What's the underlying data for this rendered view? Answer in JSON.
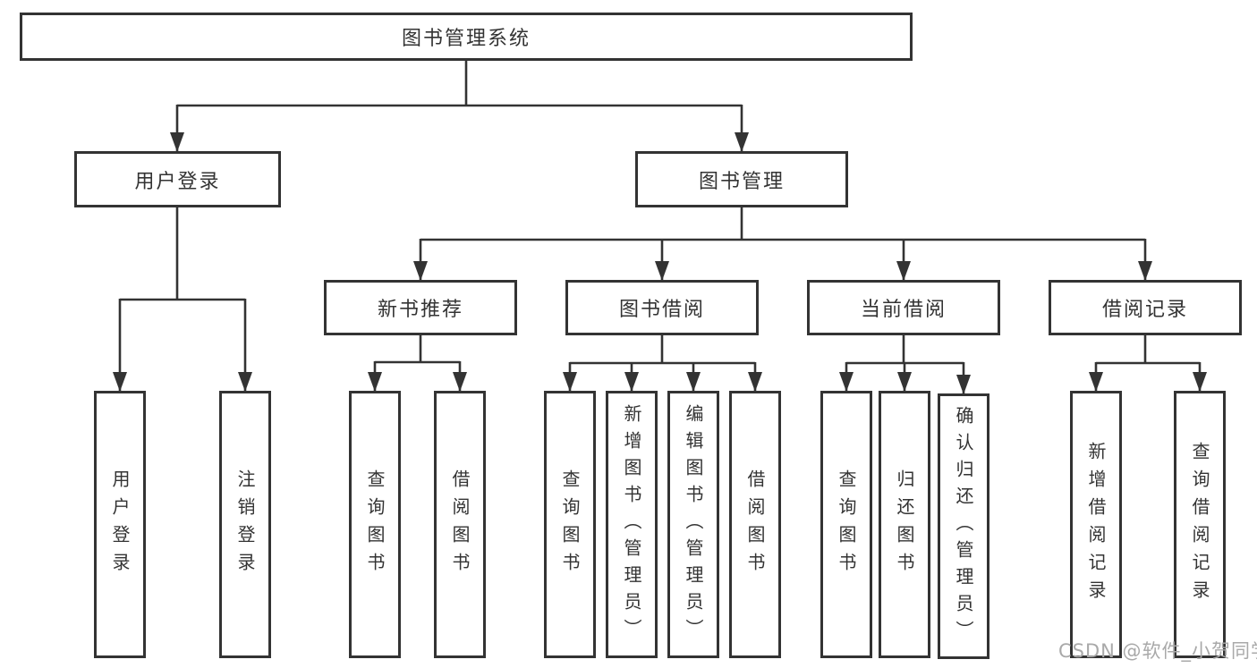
{
  "diagram": {
    "root": {
      "label": "图书管理系统"
    },
    "branches": [
      {
        "label": "用户登录",
        "children": [
          {
            "label": "用户登录"
          },
          {
            "label": "注销登录"
          }
        ]
      },
      {
        "label": "图书管理",
        "children": [
          {
            "label": "新书推荐",
            "children": [
              {
                "label": "查询图书"
              },
              {
                "label": "借阅图书"
              }
            ]
          },
          {
            "label": "图书借阅",
            "children": [
              {
                "label": "查询图书"
              },
              {
                "label": "新增图书（管理员）"
              },
              {
                "label": "编辑图书（管理员）"
              },
              {
                "label": "借阅图书"
              }
            ]
          },
          {
            "label": "当前借阅",
            "children": [
              {
                "label": "查询图书"
              },
              {
                "label": "归还图书"
              },
              {
                "label": "确认归还（管理员）"
              }
            ]
          },
          {
            "label": "借阅记录",
            "children": [
              {
                "label": "新增借阅记录"
              },
              {
                "label": "查询借阅记录"
              }
            ]
          }
        ]
      }
    ],
    "watermark": "CSDN @软件_小贺同学",
    "colors": {
      "line": "#333333",
      "text": "#333333",
      "watermark": "#a9a9a9",
      "background": "#ffffff"
    }
  }
}
